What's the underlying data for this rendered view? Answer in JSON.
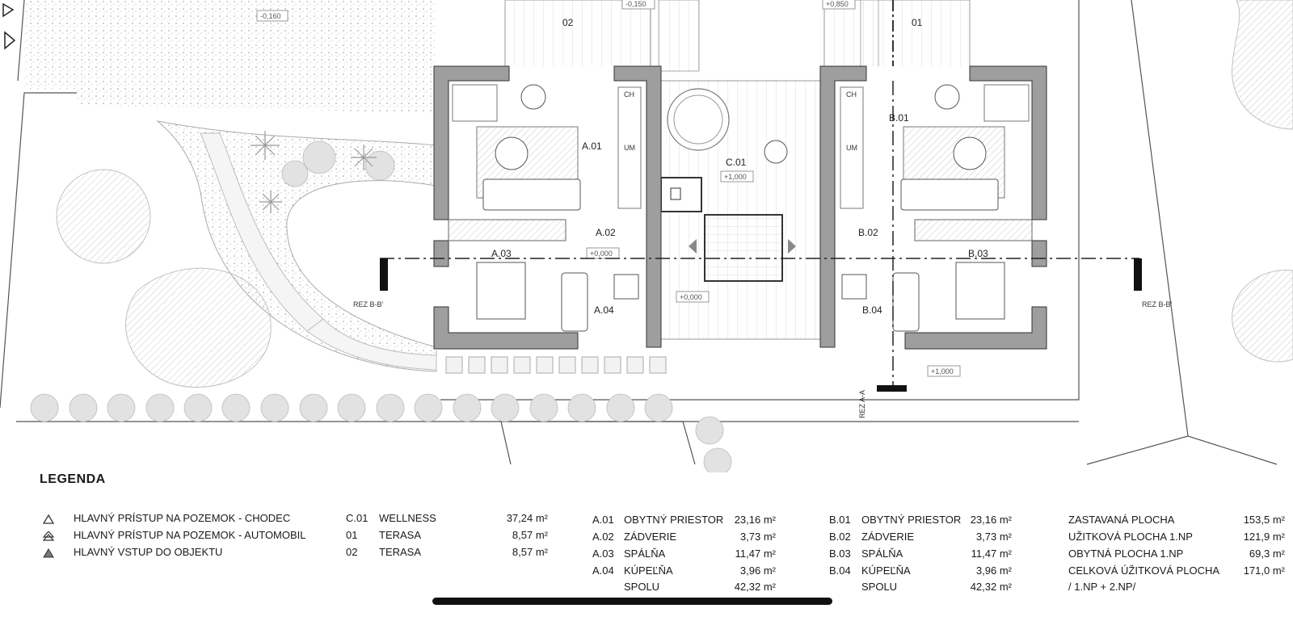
{
  "plan": {
    "rooms": [
      {
        "id": "A.01"
      },
      {
        "id": "A.02"
      },
      {
        "id": "A.03"
      },
      {
        "id": "A.04"
      },
      {
        "id": "B.01"
      },
      {
        "id": "B.02"
      },
      {
        "id": "B.03"
      },
      {
        "id": "B.04"
      },
      {
        "id": "C.01"
      }
    ],
    "terraces": [
      "02",
      "01"
    ],
    "levels": [
      "-0,160",
      "-0,150",
      "+0,850",
      "+1,000",
      "+0,000",
      "+0,000",
      "+1,000"
    ],
    "fixtures": {
      "ch": "CH",
      "um": "UM"
    },
    "section_labels": {
      "bb_left": "REZ B-B'",
      "bb_right": "REZ B-B'",
      "aa": "REZ A-A"
    }
  },
  "legend": {
    "title": "LEGENDA",
    "access": [
      {
        "text": "HLAVNÝ PRÍSTUP NA POZEMOK - CHODEC",
        "icon": "outline-triangle-icon"
      },
      {
        "text": "HLAVNÝ PRÍSTUP NA POZEMOK - AUTOMOBIL",
        "icon": "double-triangle-icon"
      },
      {
        "text": "HLAVNÝ VSTUP DO OBJEKTU",
        "icon": "filled-triangle-icon"
      }
    ],
    "col_c": [
      {
        "code": "C.01",
        "name": "WELLNESS",
        "area": "37,24 m²"
      },
      {
        "code": "01",
        "name": "TERASA",
        "area": "8,57 m²"
      },
      {
        "code": "02",
        "name": "TERASA",
        "area": "8,57 m²"
      }
    ],
    "col_a": [
      {
        "code": "A.01",
        "name": "OBYTNÝ PRIESTOR",
        "area": "23,16 m²"
      },
      {
        "code": "A.02",
        "name": "ZÁDVERIE",
        "area": "3,73 m²"
      },
      {
        "code": "A.03",
        "name": "SPÁLŇA",
        "area": "11,47 m²"
      },
      {
        "code": "A.04",
        "name": "KÚPEĽŇA",
        "area": "3,96 m²"
      },
      {
        "code": "",
        "name": "SPOLU",
        "area": "42,32 m²"
      }
    ],
    "col_b": [
      {
        "code": "B.01",
        "name": "OBYTNÝ PRIESTOR",
        "area": "23,16 m²"
      },
      {
        "code": "B.02",
        "name": "ZÁDVERIE",
        "area": "3,73 m²"
      },
      {
        "code": "B.03",
        "name": "SPÁLŇA",
        "area": "11,47 m²"
      },
      {
        "code": "B.04",
        "name": "KÚPEĽŇA",
        "area": "3,96 m²"
      },
      {
        "code": "",
        "name": "SPOLU",
        "area": "42,32 m²"
      }
    ],
    "summary": [
      {
        "name": "ZASTAVANÁ PLOCHA",
        "area": "153,5 m²"
      },
      {
        "name": "UŽITKOVÁ PLOCHA 1.NP",
        "area": "121,9 m²"
      },
      {
        "name": "OBYTNÁ PLOCHA 1.NP",
        "area": "69,3 m²"
      },
      {
        "name": "CELKOVÁ ÚŽITKOVÁ PLOCHA",
        "area": "171,0 m²"
      },
      {
        "name": "/ 1.NP + 2.NP/",
        "area": ""
      }
    ]
  }
}
